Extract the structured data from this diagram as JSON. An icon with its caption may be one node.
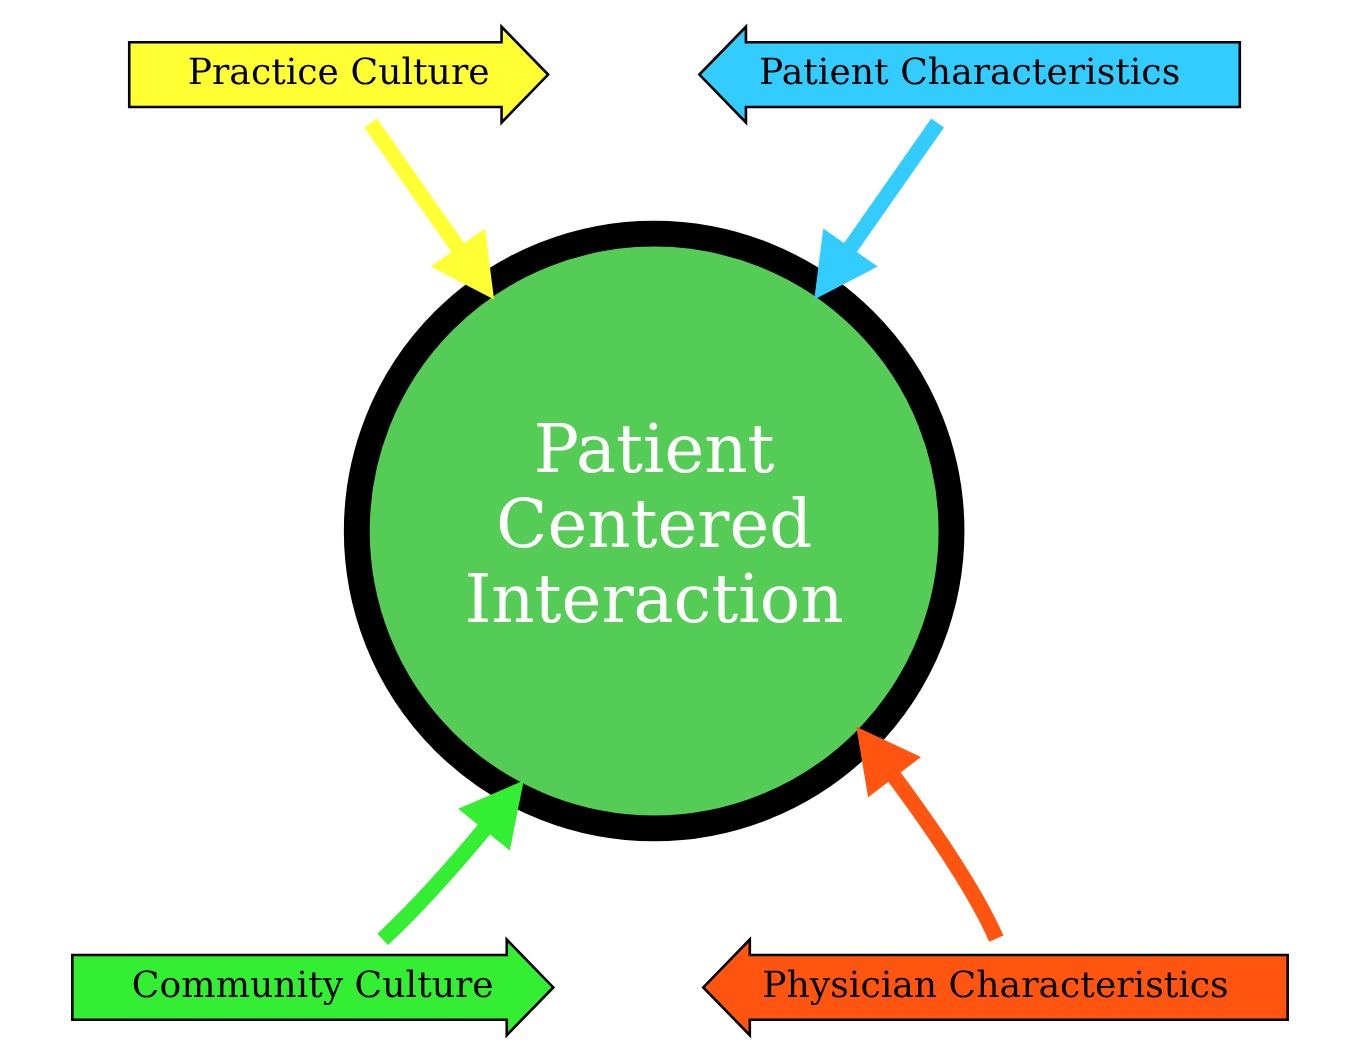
{
  "diagram": {
    "nodes": [
      {
        "text": [
          "Practice Culture"
        ]
      },
      {
        "text": [
          "Patient Characteristics"
        ]
      },
      {
        "text": [
          "Patient Centered Interaction"
        ]
      },
      {
        "text": [
          "Community Culture"
        ]
      },
      {
        "text": [
          "Physician Characteristics"
        ]
      }
    ],
    "edges": [
      {
        "from": 0,
        "to": 2,
        "arrow": "to",
        "color": "#ffff33"
      },
      {
        "from": 1,
        "to": 2,
        "arrow": "to",
        "color": "#33ccff"
      },
      {
        "from": 3,
        "to": 2,
        "arrow": "to",
        "color": "#33ee33"
      },
      {
        "from": 4,
        "to": 2,
        "arrow": "to",
        "color": "#ff5511"
      }
    ]
  }
}
